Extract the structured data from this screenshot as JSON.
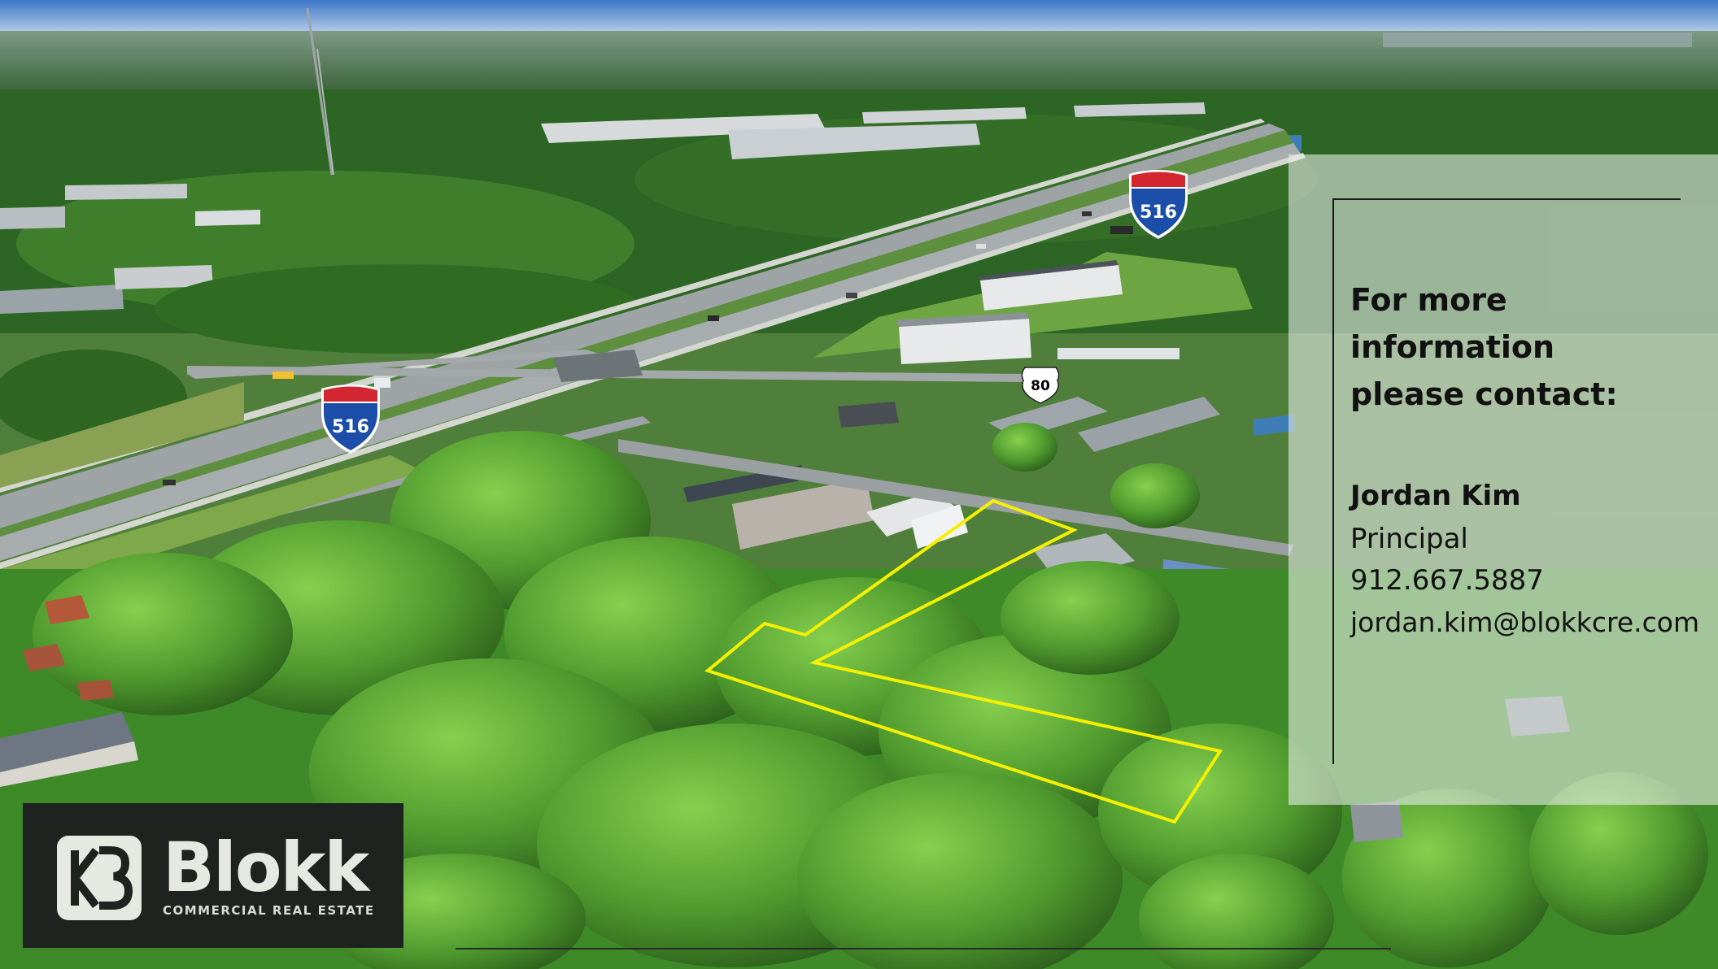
{
  "colors": {
    "boundary": "#f4f000",
    "forest_dark": "#2f6b26",
    "forest_light": "#5fae3a",
    "interstate_blue": "#1a4ea8",
    "interstate_red": "#d22630",
    "logo_bg": "#1f2320"
  },
  "shields": {
    "interstate_label": "516",
    "us_route_label": "80"
  },
  "contact": {
    "heading_line1": "For more information",
    "heading_line2": "please contact:",
    "name": "Jordan Kim",
    "title": "Principal",
    "phone": "912.667.5887",
    "email": "jordan.kim@blokkcre.com"
  },
  "brand": {
    "name": "Blokk",
    "tagline": "COMMERCIAL REAL ESTATE",
    "logo_icon": "blokk-b-mark-icon"
  }
}
